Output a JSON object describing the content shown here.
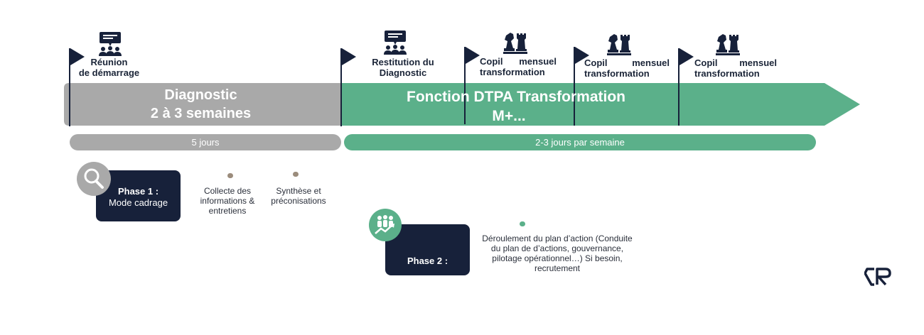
{
  "milestones": {
    "kickoff": "Réunion\nde démarrage",
    "restitution": "Restitution du\nDiagnostic",
    "copil_title": "Copil mensuel",
    "copil_sub": "transformation"
  },
  "banner": {
    "diagnostic_line1": "Diagnostic",
    "diagnostic_line2": "2 à 3 semaines",
    "fonction_line1": "Fonction DTPA Transformation",
    "fonction_line2": "M+..."
  },
  "durations": {
    "diagnostic": "5 jours",
    "fonction": "2-3 jours par semaine"
  },
  "phase1": {
    "title": "Phase 1 :",
    "subtitle": "Mode cadrage",
    "step1": "Collecte des\ninformations &\nentretiens",
    "step2": "Synthèse et\npréconisations"
  },
  "phase2": {
    "title": "Phase 2 :",
    "subtitle": "Pilotage de la\ntransformation",
    "step1": "Déroulement du plan d’action (Conduite\ndu plan de d’actions, gouvernance,\npilotage opérationnel…) Si besoin,\nrecrutement"
  },
  "colors": {
    "navy": "#17213a",
    "grey": "#a9a9a9",
    "green": "#5bb08a",
    "taupe": "#9b8c7c"
  },
  "icons": [
    "presentation-icon",
    "chess-pieces-icon",
    "magnifier-icon",
    "team-growth-icon",
    "logo-icon"
  ]
}
